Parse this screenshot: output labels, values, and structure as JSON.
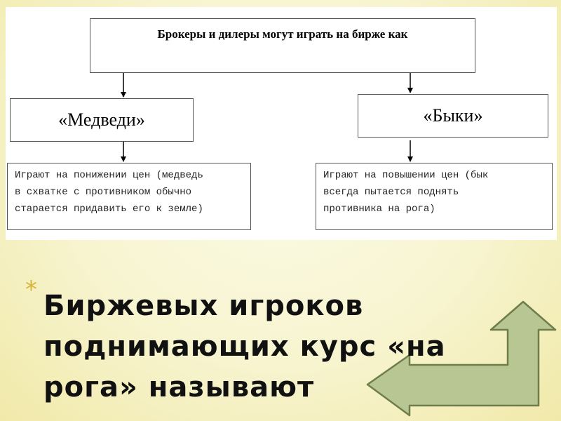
{
  "diagram": {
    "top": "Брокеры и дилеры могут играть на бирже как",
    "bear": {
      "label": "«Медведи»",
      "lines": [
        "Играют на понижении цен  (медведь",
        "в схватке с противником обычно",
        "старается придавить его к земле)"
      ]
    },
    "bull": {
      "label": "«Быки»",
      "lines": [
        "Играют на повышении цен (бык",
        "всегда пытается поднять",
        "противника на рога)"
      ]
    }
  },
  "bullet": {
    "lines": [
      "Биржевых игроков",
      "поднимающих курс «на",
      "рога» называют"
    ]
  },
  "colors": {
    "bullet_star": "#d9b33a",
    "arrow_fill": "#b7c692",
    "arrow_stroke": "#6f7c4c"
  },
  "icons": [
    "bullet-star-icon",
    "bent-arrow-icon"
  ]
}
